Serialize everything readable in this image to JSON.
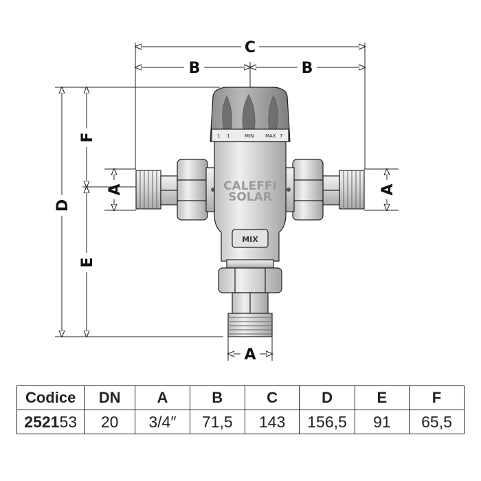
{
  "drawing": {
    "dimension_labels": {
      "a": "A",
      "b": "B",
      "c": "C",
      "d": "D",
      "e": "E",
      "f": "F"
    },
    "brand_line1": "CALEFFI",
    "brand_line2": "SOLAR",
    "knob_marks": [
      "1",
      "1",
      "MIN",
      "MAX",
      "7"
    ],
    "mix_label": "MIX"
  },
  "table": {
    "headers": [
      "Codice",
      "DN",
      "A",
      "B",
      "C",
      "D",
      "E",
      "F"
    ],
    "row": {
      "code_bold": "2521",
      "code_rest": "53",
      "cells": [
        "20",
        "3/4″",
        "71,5",
        "143",
        "156,5",
        "91",
        "65,5"
      ]
    }
  }
}
